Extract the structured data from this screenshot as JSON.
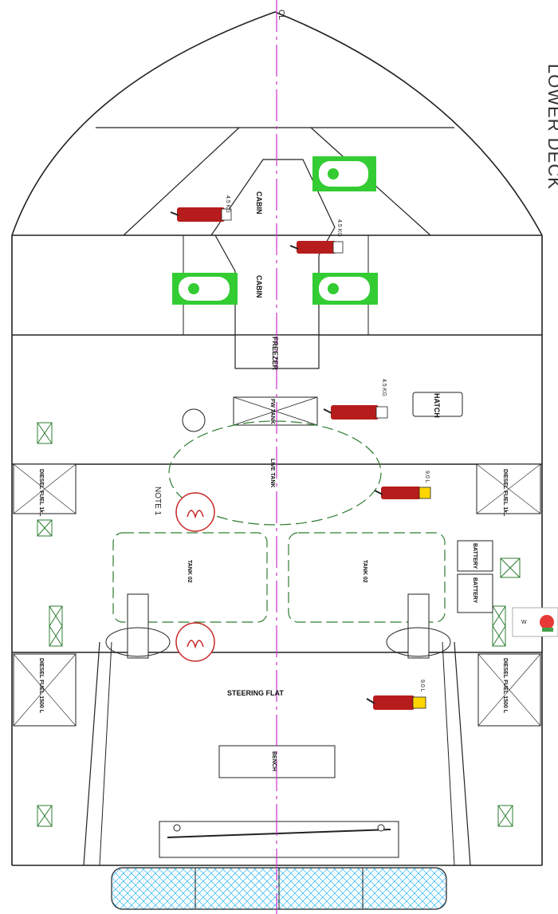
{
  "drawing": {
    "title": "LOWER DECK",
    "centerline_label": "CL",
    "note": "NOTE 1",
    "colors": {
      "centerline": "#cc33cc",
      "outline": "#222222",
      "tank_dash": "#2e7d32",
      "signage_green": "#33cc33",
      "extinguisher_red": "#b71c1c",
      "extinguisher_tag": "#ffd600",
      "hatch_hull": "#1e88e5"
    }
  },
  "rooms": {
    "cabin_fwd": "CABIN",
    "cabin_mid": "CABIN",
    "freezer": "FREEZER",
    "fw_tank": "FW TANK",
    "hatch": "HATCH",
    "live_tank": "LIVE TANK",
    "battery_1": "BATTERY",
    "battery_2": "BATTERY",
    "tank_port": "TANK 02",
    "tank_stbd": "TANK 02",
    "steering_flat": "STEERING FLAT",
    "steering_box": "BENCH"
  },
  "tanks": {
    "diesel_port_fwd": "DIESEL FUEL 1kL",
    "diesel_stbd_fwd": "DIESEL FUEL 1kL",
    "diesel_port_aft": "DIESEL FUEL 1500 L",
    "diesel_stbd_aft": "DIESEL FUEL 1500 L"
  },
  "extinguishers": {
    "fwd_cabin": "4.5 KG",
    "mid_cabin": "4.5 KG",
    "hatch_area": "4.5 KG",
    "live_tank_area": "9.0 L",
    "steering": "9.0 L"
  },
  "hull_marker": "W"
}
